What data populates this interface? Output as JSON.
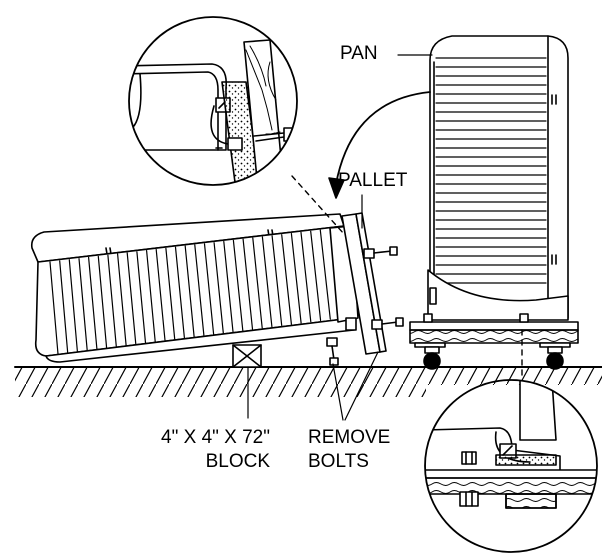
{
  "labels": {
    "pan": "PAN",
    "pallet": "PALLET",
    "block_line1": "4\" X 4\" X 72\"",
    "block_line2": "BLOCK",
    "remove_line1": "REMOVE",
    "remove_line2": "BOLTS"
  },
  "colors": {
    "ink": "#000000",
    "paper": "#ffffff"
  }
}
